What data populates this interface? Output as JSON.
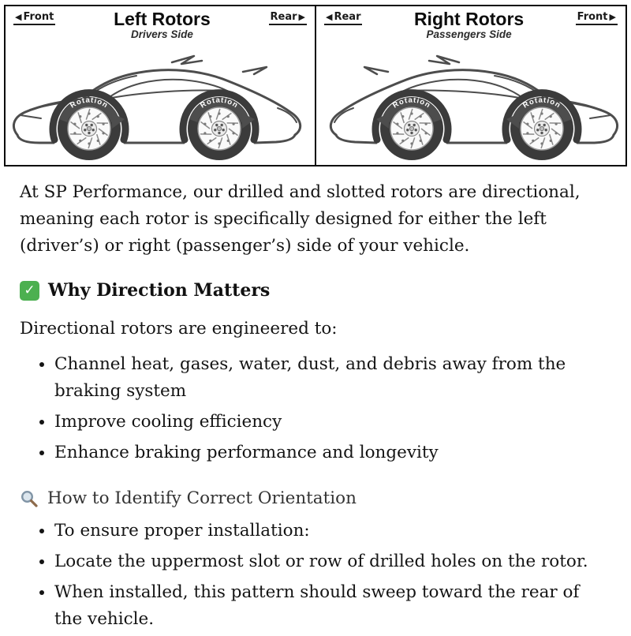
{
  "diagram": {
    "arrow_left_glyph": "◀",
    "arrow_right_glyph": "▶",
    "left_panel": {
      "front_label": "Front",
      "rear_label": "Rear",
      "title": "Left Rotors",
      "subtitle": "Drivers Side",
      "rotation_label_front": "Rotation",
      "rotation_label_rear": "Rotation"
    },
    "right_panel": {
      "rear_label": "Rear",
      "front_label": "Front",
      "title": "Right Rotors",
      "subtitle": "Passengers Side",
      "rotation_label_front": "Rotation",
      "rotation_label_rear": "Rotation"
    }
  },
  "content": {
    "intro": "At SP Performance, our drilled and slotted rotors are directional, meaning each rotor is specifically designed for either the left (driver’s) or right (passenger’s) side of your vehicle.",
    "why_direction": {
      "icon": "check-icon",
      "icon_glyph": "✓",
      "icon_color": "#4cb050",
      "title": "Why Direction Matters",
      "lead": "Directional rotors are engineered to:",
      "bullets": [
        "Channel heat, gases, water, dust, and debris away from the braking system",
        "Improve cooling efficiency",
        "Enhance braking performance and longevity"
      ]
    },
    "identify_orientation": {
      "icon": "magnifier-icon",
      "title": "How to Identify Correct Orientation",
      "bullets": [
        "To ensure proper installation:",
        "Locate the uppermost slot or row of drilled holes on the rotor.",
        "When installed, this pattern should sweep toward the rear of the vehicle."
      ]
    }
  },
  "colors": {
    "diagram_border": "#0a0a0a",
    "car_line": "#4d4d4d",
    "tire": "#3b3b3b",
    "check_green": "#4cb050"
  }
}
